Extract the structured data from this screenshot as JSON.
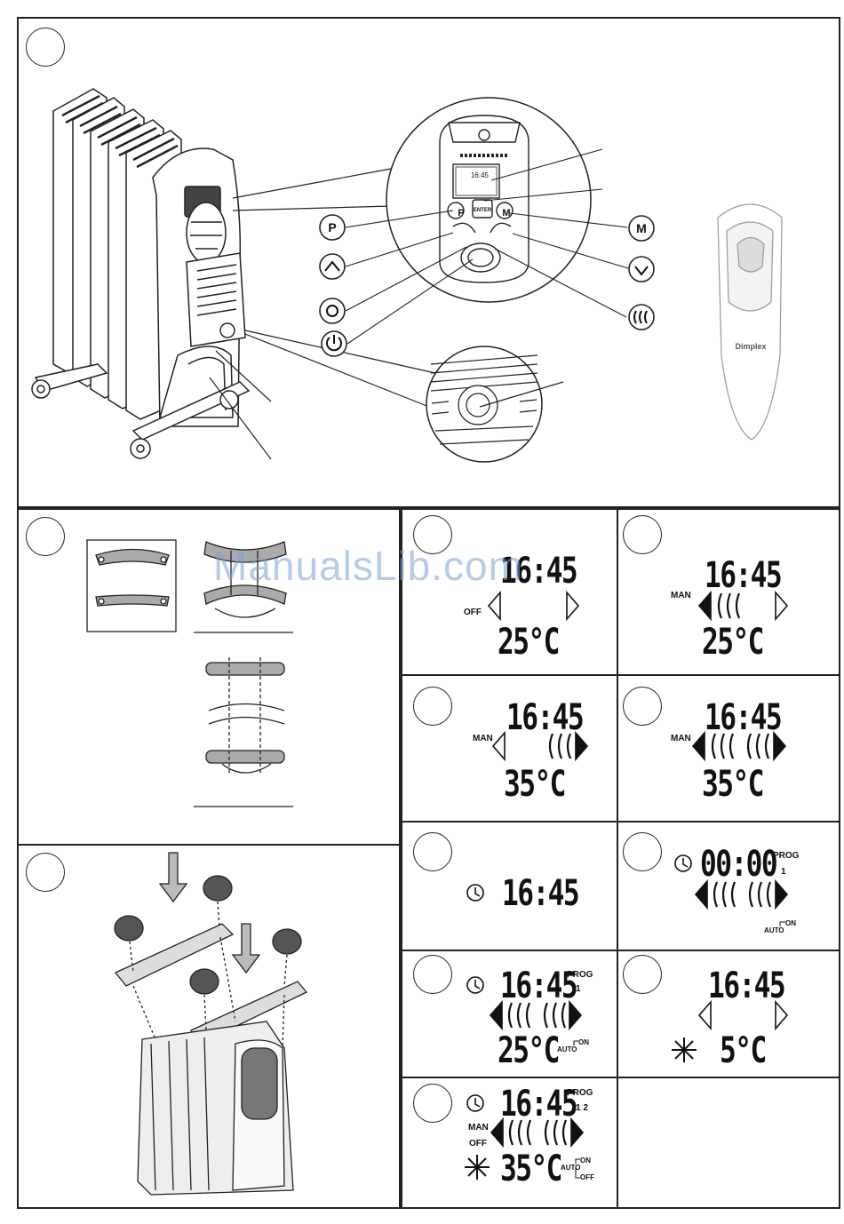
{
  "watermark": "ManualsLib.com",
  "figure1": {
    "remote_brand": "Dimplex",
    "control_time": "16:45",
    "enter_label": "ENTER",
    "p_label": "P",
    "m_label": "M"
  },
  "panels": [
    {
      "id": "p3",
      "time": "16:45",
      "mode_left": "OFF",
      "temp": "25°C"
    },
    {
      "id": "p4",
      "time": "16:45",
      "mode_left": "MAN",
      "temp": "25°C"
    },
    {
      "id": "p5",
      "time": "16:45",
      "mode_left": "MAN",
      "temp": "35°C"
    },
    {
      "id": "p6",
      "time": "16:45",
      "mode_left": "MAN",
      "temp": "35°C"
    },
    {
      "id": "p7",
      "time": "16:45"
    },
    {
      "id": "p8",
      "time": "00:00",
      "prog": "PROG",
      "prog_num": "1",
      "auto": "AUTO",
      "on": "ON"
    },
    {
      "id": "p9",
      "time": "16:45",
      "prog": "PROG",
      "prog_num": "1",
      "temp": "25°C",
      "auto": "AUTO",
      "on": "ON"
    },
    {
      "id": "p10",
      "time": "16:45",
      "temp": "5°C"
    },
    {
      "id": "p11",
      "time": "16:45",
      "prog": "PROG",
      "prog_num": "1 2",
      "man": "MAN",
      "off": "OFF",
      "temp": "35°C",
      "auto": "AUTO",
      "on": "ON",
      "off2": "OFF"
    }
  ]
}
